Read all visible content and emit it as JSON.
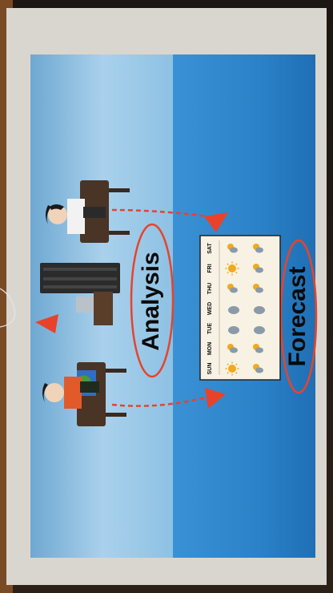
{
  "scene": {
    "labels": {
      "analysis": "Analysis",
      "forecast": "Forecast"
    },
    "forecast_card": {
      "days": [
        "SUN",
        "MON",
        "TUE",
        "WED",
        "THU",
        "FRI",
        "SAT"
      ],
      "row1_icons": [
        "sun-icon",
        "partly-cloudy-icon",
        "cloud-icon",
        "cloud-icon",
        "partly-cloudy-icon",
        "sun-icon",
        "partly-cloudy-icon"
      ],
      "row2_icons": [
        "partly-cloudy-icon",
        "partly-cloudy-icon",
        "cloud-icon",
        "cloud-icon",
        "partly-cloudy-icon",
        "partly-cloudy-icon",
        "partly-cloudy-icon"
      ]
    },
    "colors": {
      "left_panel": "#8ec0e2",
      "right_panel": "#2f86cc",
      "accent_red": "#e8432a",
      "sun": "#f2a91b",
      "cloud": "#8a9aa8",
      "text": "#0a0a0a"
    }
  }
}
